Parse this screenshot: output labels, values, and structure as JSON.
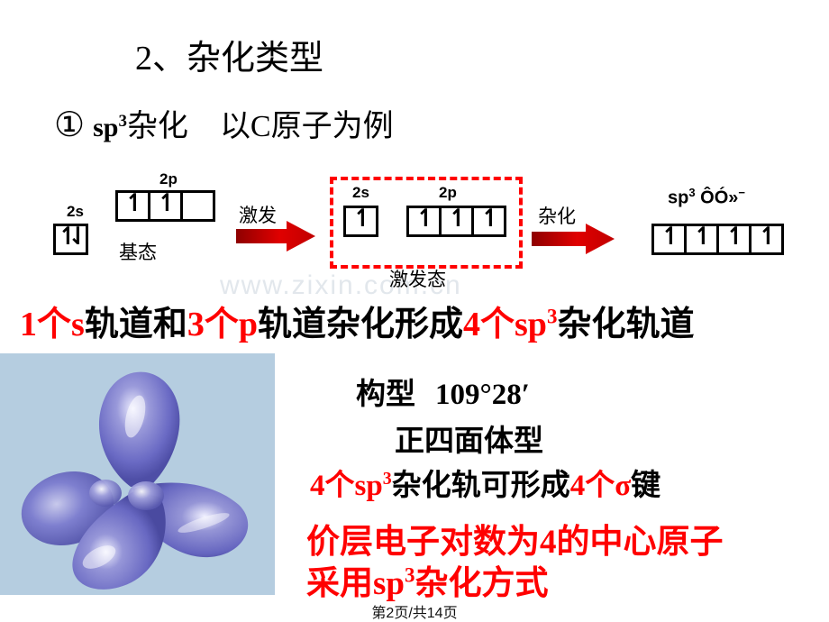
{
  "slide": {
    "watermark": "www.zixin.com.cn",
    "footer": "第2页/共14页",
    "title": "2、杂化类型",
    "subtitle": {
      "marker": "①",
      "sp_base": "sp",
      "sp_exp": "3",
      "sp_cn": "杂化",
      "example": "以C原子为例"
    }
  },
  "diagram": {
    "ground": {
      "s_label": "2s",
      "p_label": "2p",
      "state_label": "基态",
      "s_electrons": "↿⇂",
      "p_boxes": [
        "↿",
        "↿",
        ""
      ]
    },
    "arrow_excite": {
      "label": "激发",
      "color": "#cc0000"
    },
    "excited": {
      "s_label": "2s",
      "p_label": "2p",
      "state_label": "激发态",
      "s_boxes": [
        "↿"
      ],
      "p_boxes": [
        "↿",
        "↿",
        "↿"
      ],
      "frame_color": "#ff0000"
    },
    "arrow_hybridize": {
      "label": "杂化",
      "color": "#cc0000"
    },
    "hybrid": {
      "caption_base": "sp",
      "caption_exp": "3",
      "caption_rest": "ÔÓ»",
      "caption_sup2": "−",
      "boxes": [
        "↿",
        "↿",
        "↿",
        "↿"
      ]
    }
  },
  "statement": {
    "seg1_red": "1个",
    "seg2_red_lat": "s",
    "seg3_black": "轨道和",
    "seg4_red": "3个",
    "seg5_red_lat": "p",
    "seg6_black": "轨道杂化形成",
    "seg7_red": "4个",
    "seg8_red_lat": "sp",
    "seg8_exp": "3",
    "seg9_black": "杂化轨道"
  },
  "right_panel": {
    "geometry_label": "构型",
    "geometry_angle": "109°28′",
    "geometry_shape": "正四面体型",
    "sigma_line": {
      "a_red": "4个",
      "b_red_lat": "sp",
      "b_exp": "3",
      "c_black": "杂化轨可形成",
      "d_red": "4个",
      "e_red_lat": "σ",
      "f_black": "键"
    },
    "conclusion_line1": "价层电子对数为4的中心原子",
    "conclusion_line2_a": "采用",
    "conclusion_line2_lat": "sp",
    "conclusion_line2_exp": "3",
    "conclusion_line2_b": "杂化方式"
  },
  "colors": {
    "red": "#ff0000",
    "arrow_red": "#cc0000",
    "picture_bg": "#b5cde0",
    "lobe": "#6a6ac8"
  }
}
